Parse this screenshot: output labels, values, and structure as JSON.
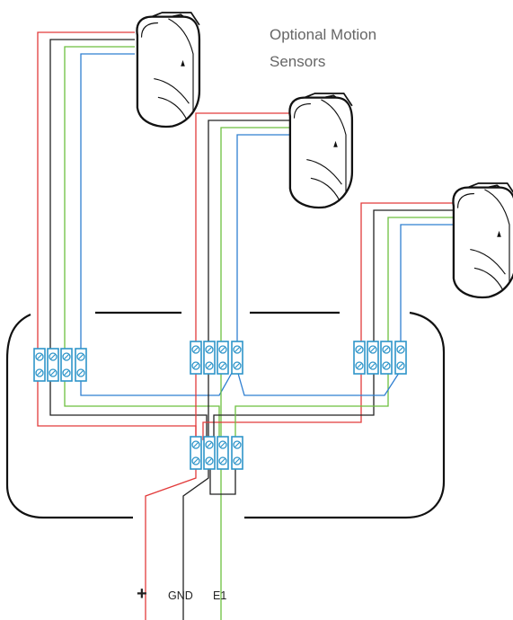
{
  "title": {
    "line1": "Optional Motion",
    "line2": "Sensors"
  },
  "terminals": {
    "plus": "+",
    "gnd": "GND",
    "e1": "E1"
  },
  "colors": {
    "red": "#e23b3b",
    "black": "#222222",
    "green": "#6cbf3f",
    "blue": "#2f7fd1",
    "terminal_block": "#2e95c9",
    "box_outline": "#111111"
  },
  "sensors": [
    {
      "name": "motion-sensor-1"
    },
    {
      "name": "motion-sensor-2"
    },
    {
      "name": "motion-sensor-3"
    }
  ]
}
